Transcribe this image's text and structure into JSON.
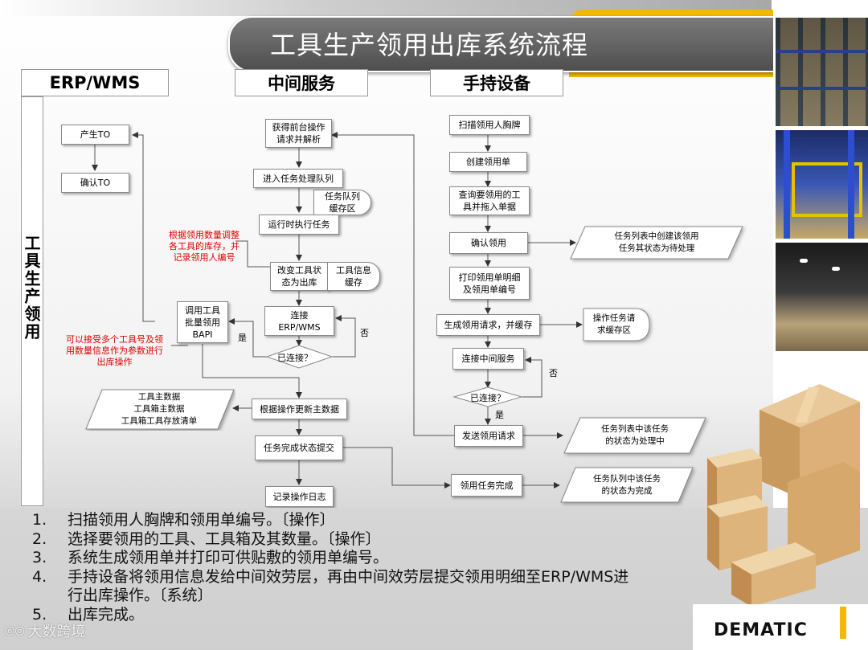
{
  "title": "工具生产领用出库系统流程",
  "columns": {
    "erp": "ERP/WMS",
    "middle": "中间服务",
    "handheld": "手持设备"
  },
  "side_label": "工具生产领用",
  "erp_nodes": {
    "create_to": "产生TO",
    "confirm_to": "确认TO",
    "bapi": "调用工具\n批量领用\nBAPI",
    "master_data": "工具主数据\n工具箱主数据\n工具箱工具存放清单"
  },
  "middle_nodes": {
    "get_request": "获得前台操作\n请求并解析",
    "enter_queue": "进入任务处理队列",
    "queue_cache": "任务队列\n缓存区",
    "run_task": "运行时执行任务",
    "change_status": "改变工具状\n态为出库",
    "tool_cache": "工具信息\n缓存",
    "connect_erp": "连接\nERP/WMS",
    "connected_q": "已连接？",
    "update_master": "根据操作更新主数据",
    "task_done_submit": "任务完成状态提交",
    "log": "记录操作日志"
  },
  "handheld_nodes": {
    "scan_badge": "扫描领用人胸牌",
    "create_form": "创建领用单",
    "query_tools": "查询要领用的工\n具并拖入单据",
    "confirm": "确认领用",
    "print": "打印领用单明细\n及领用单编号",
    "gen_request": "生成领用请求，并缓存",
    "connect_middle": "连接中间服务",
    "connected_q": "已连接？",
    "send_request": "发送领用请求",
    "task_complete": "领用任务完成"
  },
  "side_notes": {
    "create_task": "任务列表中创建该领用\n任务其状态为待处理",
    "request_cache": "操作任务请\n求缓存区",
    "processing": "任务列表中该任务\n的状态为处理中",
    "completed": "任务队列中该任务\n的状态为完成"
  },
  "annotations": {
    "adjust_stock": "根据领用数量调整\n各工具的库存，并\n记录领用人编号",
    "multi_params": "可以接受多个工具号及领\n用数量信息作为参数进行\n出库操作"
  },
  "edge_labels": {
    "yes1": "是",
    "no1": "否",
    "no2": "否",
    "yes2": "是"
  },
  "steps": [
    {
      "num": "1.",
      "text": "扫描领用人胸牌和领用单编号。〔操作〕"
    },
    {
      "num": "2.",
      "text": "选择要领用的工具、工具箱及其数量。〔操作〕"
    },
    {
      "num": "3.",
      "text": "系统生成领用单并打印可供贴敷的领用单编号。"
    },
    {
      "num": "4.",
      "text": "手持设备将领用信息发给中间效劳层，再由中间效劳层提交领用明细至ERP/WMS进"
    },
    {
      "num": "",
      "text": "行出库操作。〔系统〕"
    },
    {
      "num": "5.",
      "text": "出库完成。"
    }
  ],
  "brand": "DEMATIC",
  "watermark": "大数跨境",
  "colors": {
    "accent": "#f5b800",
    "title_bar": "#5d5d5d",
    "note_red": "#e00000"
  }
}
